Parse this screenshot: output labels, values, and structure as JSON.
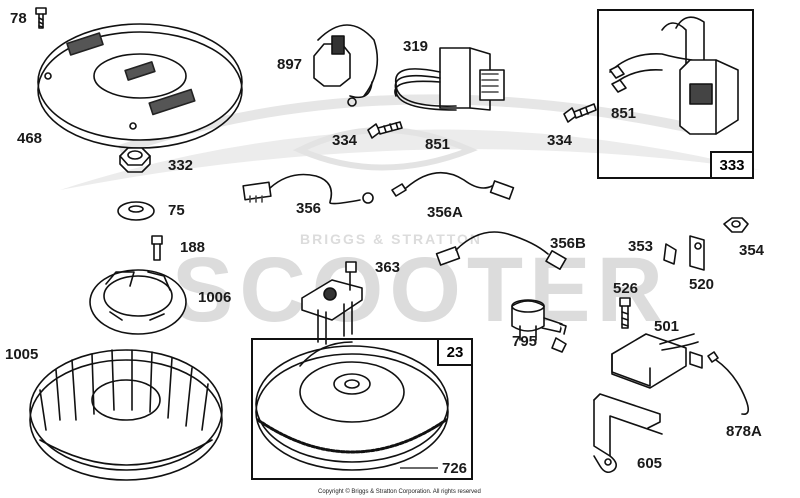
{
  "watermark": {
    "brand": "BRIGGS & STRATTON",
    "logo_text": "SCOOTER"
  },
  "copyright": "Copyright © Briggs & Stratton Corporation. All rights reserved",
  "parts": {
    "p78": "78",
    "p468": "468",
    "p332": "332",
    "p75": "75",
    "p188": "188",
    "p1006": "1006",
    "p1005": "1005",
    "p897": "897",
    "p319": "319",
    "p334a": "334",
    "p851a": "851",
    "p334b": "334",
    "p356": "356",
    "p356a": "356A",
    "p363": "363",
    "p356b": "356B",
    "p795": "795",
    "p851b": "851",
    "p353": "353",
    "p354": "354",
    "p520": "520",
    "p526": "526",
    "p501": "501",
    "p878a": "878A",
    "p605": "605",
    "p726": "726"
  },
  "kits": {
    "k333": "333",
    "k23": "23"
  }
}
